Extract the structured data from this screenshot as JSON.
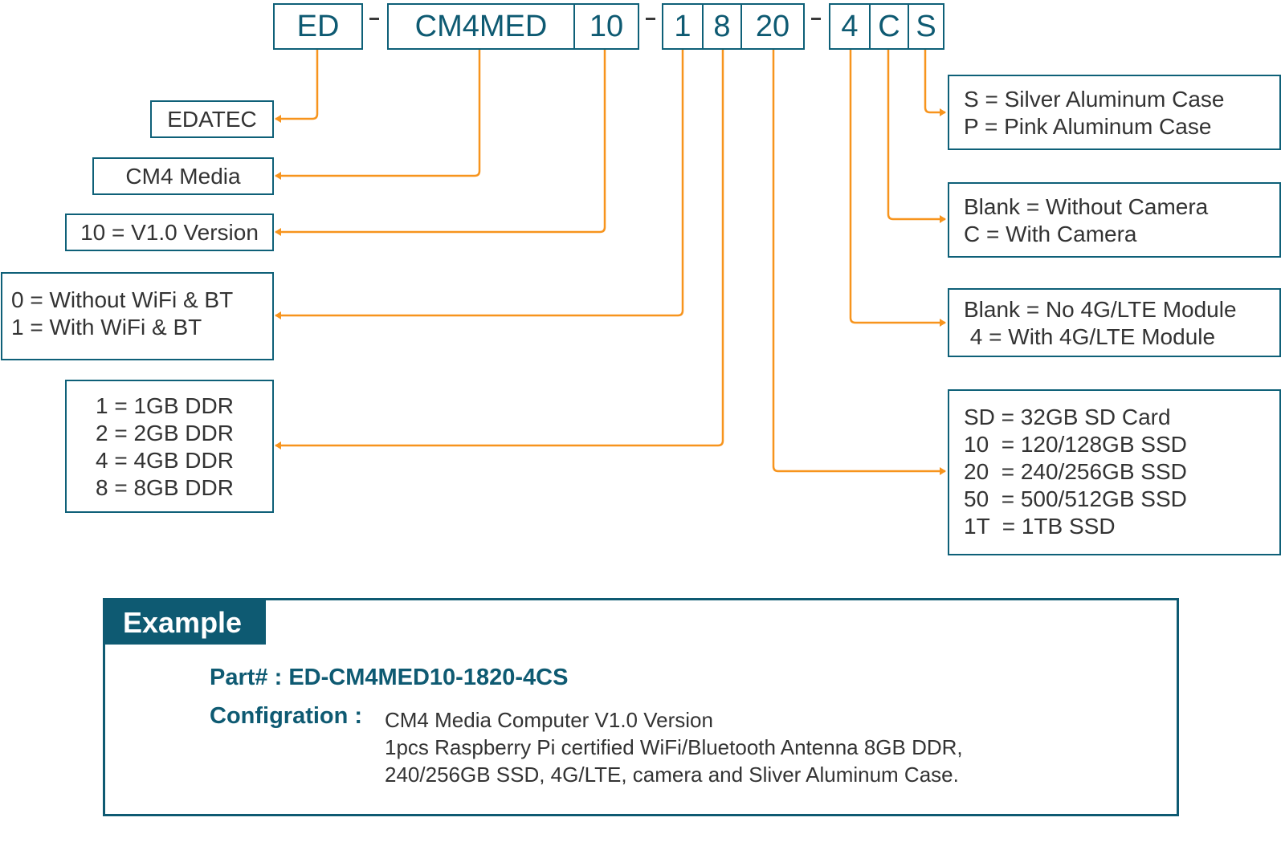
{
  "part_code": {
    "segments": [
      "ED",
      "CM4MED",
      "10",
      "1",
      "8",
      "20",
      "4",
      "C",
      "S"
    ],
    "separator": "-"
  },
  "legend_left": {
    "brand": [
      "EDATEC"
    ],
    "product": [
      "CM4 Media"
    ],
    "version": [
      "10 = V1.0 Version"
    ],
    "wireless": [
      "0 = Without WiFi & BT",
      "1 = With WiFi & BT"
    ],
    "memory": [
      "1 = 1GB DDR",
      "2 = 2GB DDR",
      "4 = 4GB DDR",
      "8 = 8GB DDR"
    ]
  },
  "legend_right": {
    "case": [
      "S = Silver Aluminum Case",
      "P = Pink Aluminum Case"
    ],
    "camera": [
      "Blank = Without Camera",
      "C = With Camera"
    ],
    "lte": [
      "Blank = No 4G/LTE Module",
      " 4 = With 4G/LTE Module"
    ],
    "storage": [
      "SD = 32GB SD Card",
      "10  = 120/128GB SSD",
      "20  = 240/256GB SSD",
      "50  = 500/512GB SSD",
      "1T  = 1TB SSD"
    ]
  },
  "example": {
    "title": "Example",
    "part_label": "Part# : ED-CM4MED10-1820-4CS",
    "config_label": "Configration :",
    "config_lines": [
      "CM4 Media Computer V1.0 Version",
      "1pcs Raspberry Pi certified WiFi/Bluetooth Antenna 8GB DDR,",
      "240/256GB SSD, 4G/LTE, camera and Sliver Aluminum Case."
    ]
  },
  "colors": {
    "primary": "#0e5a72",
    "connector": "#f7941d",
    "text": "#333333"
  }
}
